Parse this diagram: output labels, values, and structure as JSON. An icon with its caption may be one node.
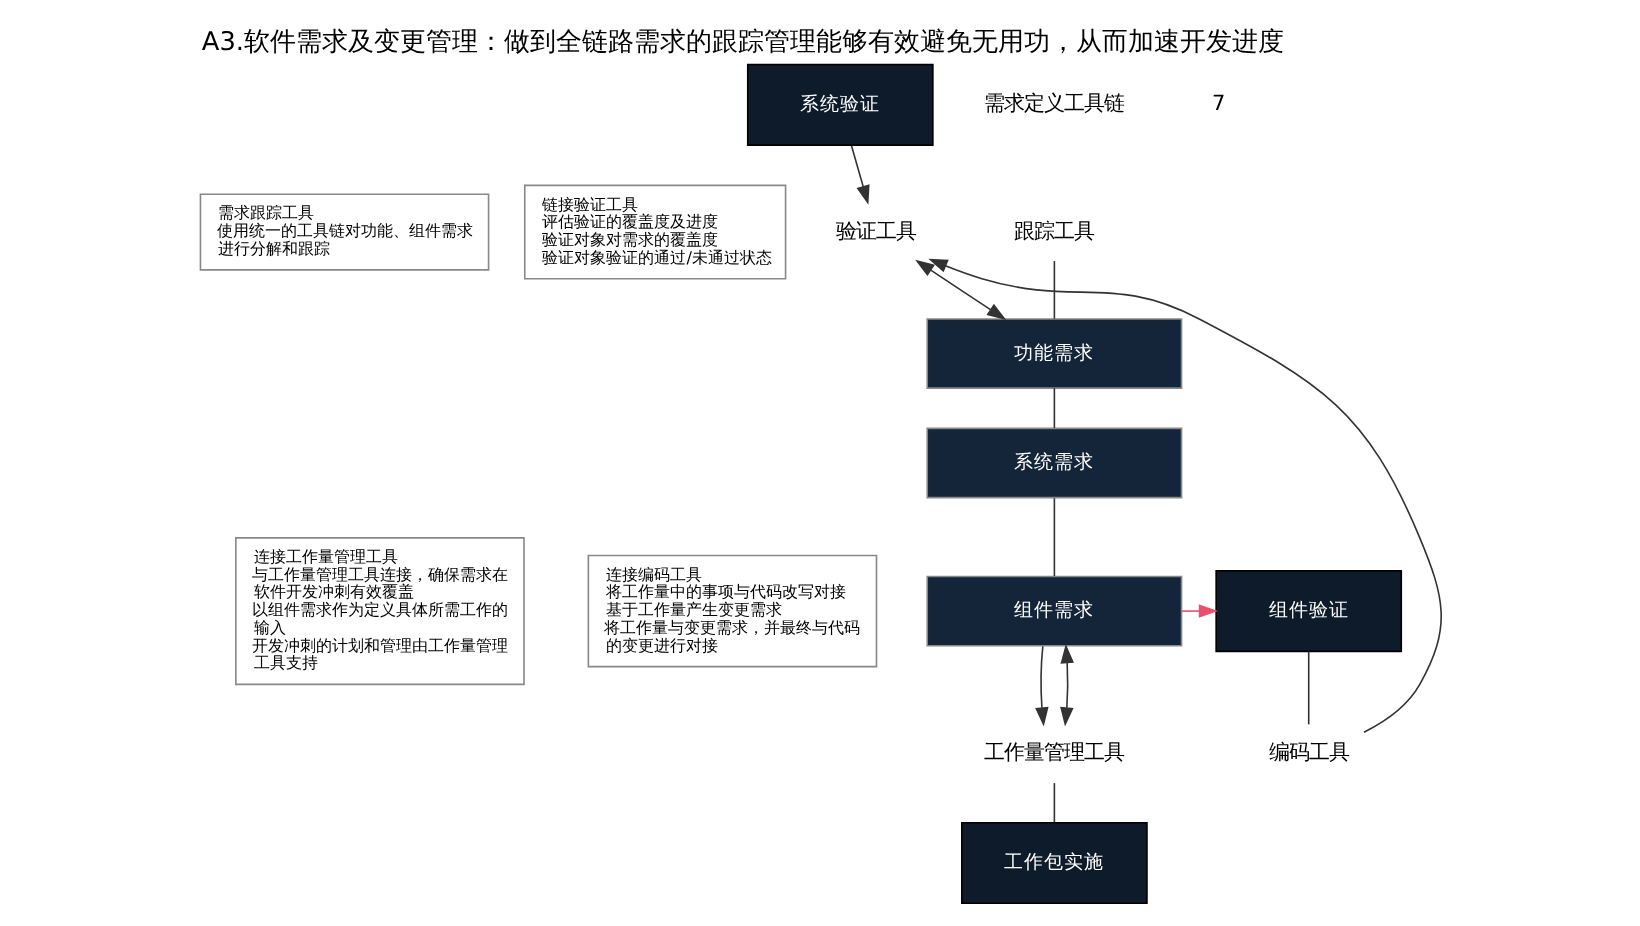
{
  "diagram": {
    "title": "A3.软件需求及变更管理：做到全链路需求的跟踪管理能够有效避免无用功，从而加速开发进度",
    "nodes": [
      {
        "text": [
          "需求跟踪工具",
          "使用统一的工具链对功能、组件需求进行分解和跟踪"
        ]
      },
      {
        "text": [
          "连接工作量管理工具",
          "与工作量管理工具连接，确保需求在软件开发冲刺有效覆盖",
          "以组件需求作为定义具体所需工作的输入",
          "开发冲刺的计划和管理由工作量管理工具支持"
        ]
      },
      {
        "text": [
          "链接验证工具",
          "评估验证的覆盖度及进度",
          "验证对象对需求的覆盖度",
          "验证对象验证的通过/未通过状态"
        ]
      },
      {
        "text": [
          "连接编码工具",
          "将工作量中的事项与代码改写对接",
          "基于工作量产生变更需求",
          "将工作量与变更需求，并最终与代码的变更进行对接"
        ]
      },
      {
        "text": [
          "跟踪工具"
        ]
      },
      {
        "text": [
          "功能需求"
        ]
      },
      {
        "text": [
          "系统需求"
        ]
      },
      {
        "text": [
          "组件需求"
        ]
      },
      {
        "text": [
          "验证工具"
        ]
      },
      {
        "text": [
          "系统验证"
        ]
      },
      {
        "text": [
          "组件验证"
        ]
      },
      {
        "text": [
          "工作量管理工具"
        ]
      },
      {
        "text": [
          "工作包实施"
        ]
      },
      {
        "text": [
          "编码工具"
        ]
      }
    ],
    "edges": [
      {
        "from": 4,
        "to": 5,
        "arrow": "none"
      },
      {
        "from": 5,
        "to": 6,
        "arrow": "none"
      },
      {
        "from": 6,
        "to": 7,
        "arrow": "none"
      },
      {
        "from": 7,
        "to": 11,
        "arrow": "to"
      },
      {
        "from": 5,
        "to": 8,
        "arrow": "both"
      },
      {
        "from": 9,
        "to": 8,
        "arrow": "to"
      },
      {
        "from": 7,
        "to": 10,
        "arrow": "to",
        "color": "#e8506e"
      },
      {
        "from": 10,
        "to": 13,
        "arrow": "none"
      },
      {
        "from": 7,
        "to": 11,
        "arrow": "both"
      },
      {
        "from": 13,
        "to": 8,
        "arrow": "to"
      },
      {
        "from": 11,
        "to": 12,
        "arrow": "none"
      }
    ],
    "labels": [
      "需求定义工具链",
      "7"
    ]
  }
}
